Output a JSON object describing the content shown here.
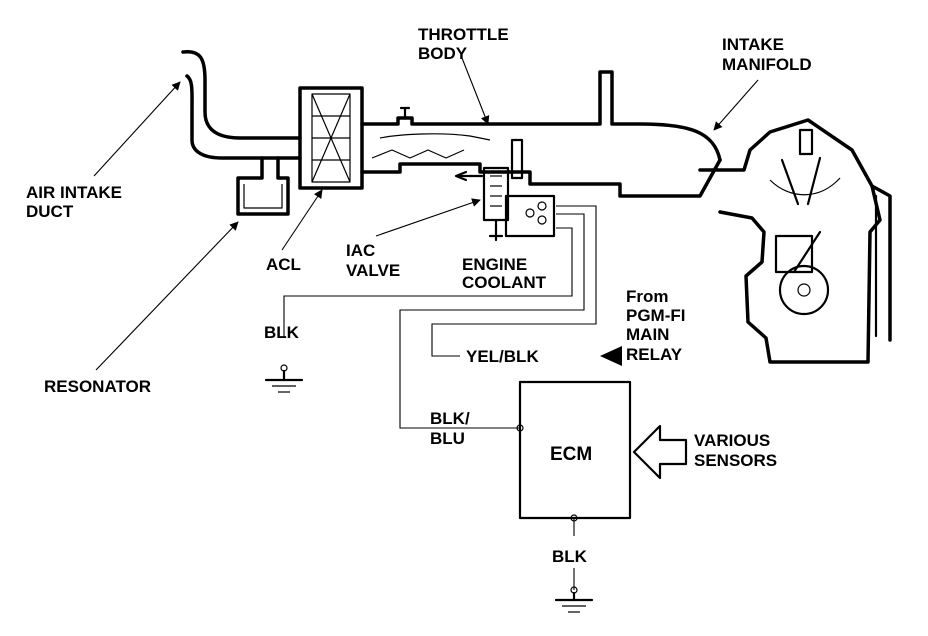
{
  "labels": {
    "throttle_body": [
      "THROTTLE",
      "BODY"
    ],
    "intake_manifold": [
      "INTAKE",
      "MANIFOLD"
    ],
    "air_intake_duct": [
      "AIR INTAKE",
      "DUCT"
    ],
    "acl": "ACL",
    "iac_valve": [
      "IAC",
      "VALVE"
    ],
    "engine_coolant": [
      "ENGINE",
      "COOLANT"
    ],
    "blk_top": "BLK",
    "from_relay": [
      "From",
      "PGM-FI",
      "MAIN",
      "RELAY"
    ],
    "yel_blk": "YEL/BLK",
    "resonator": "RESONATOR",
    "blk_blu": [
      "BLK/",
      "BLU"
    ],
    "ecm": "ECM",
    "various_sensors": [
      "VARIOUS",
      "SENSORS"
    ],
    "blk_bottom": "BLK"
  },
  "colors": {
    "ink": "#000000",
    "paper": "#ffffff"
  }
}
